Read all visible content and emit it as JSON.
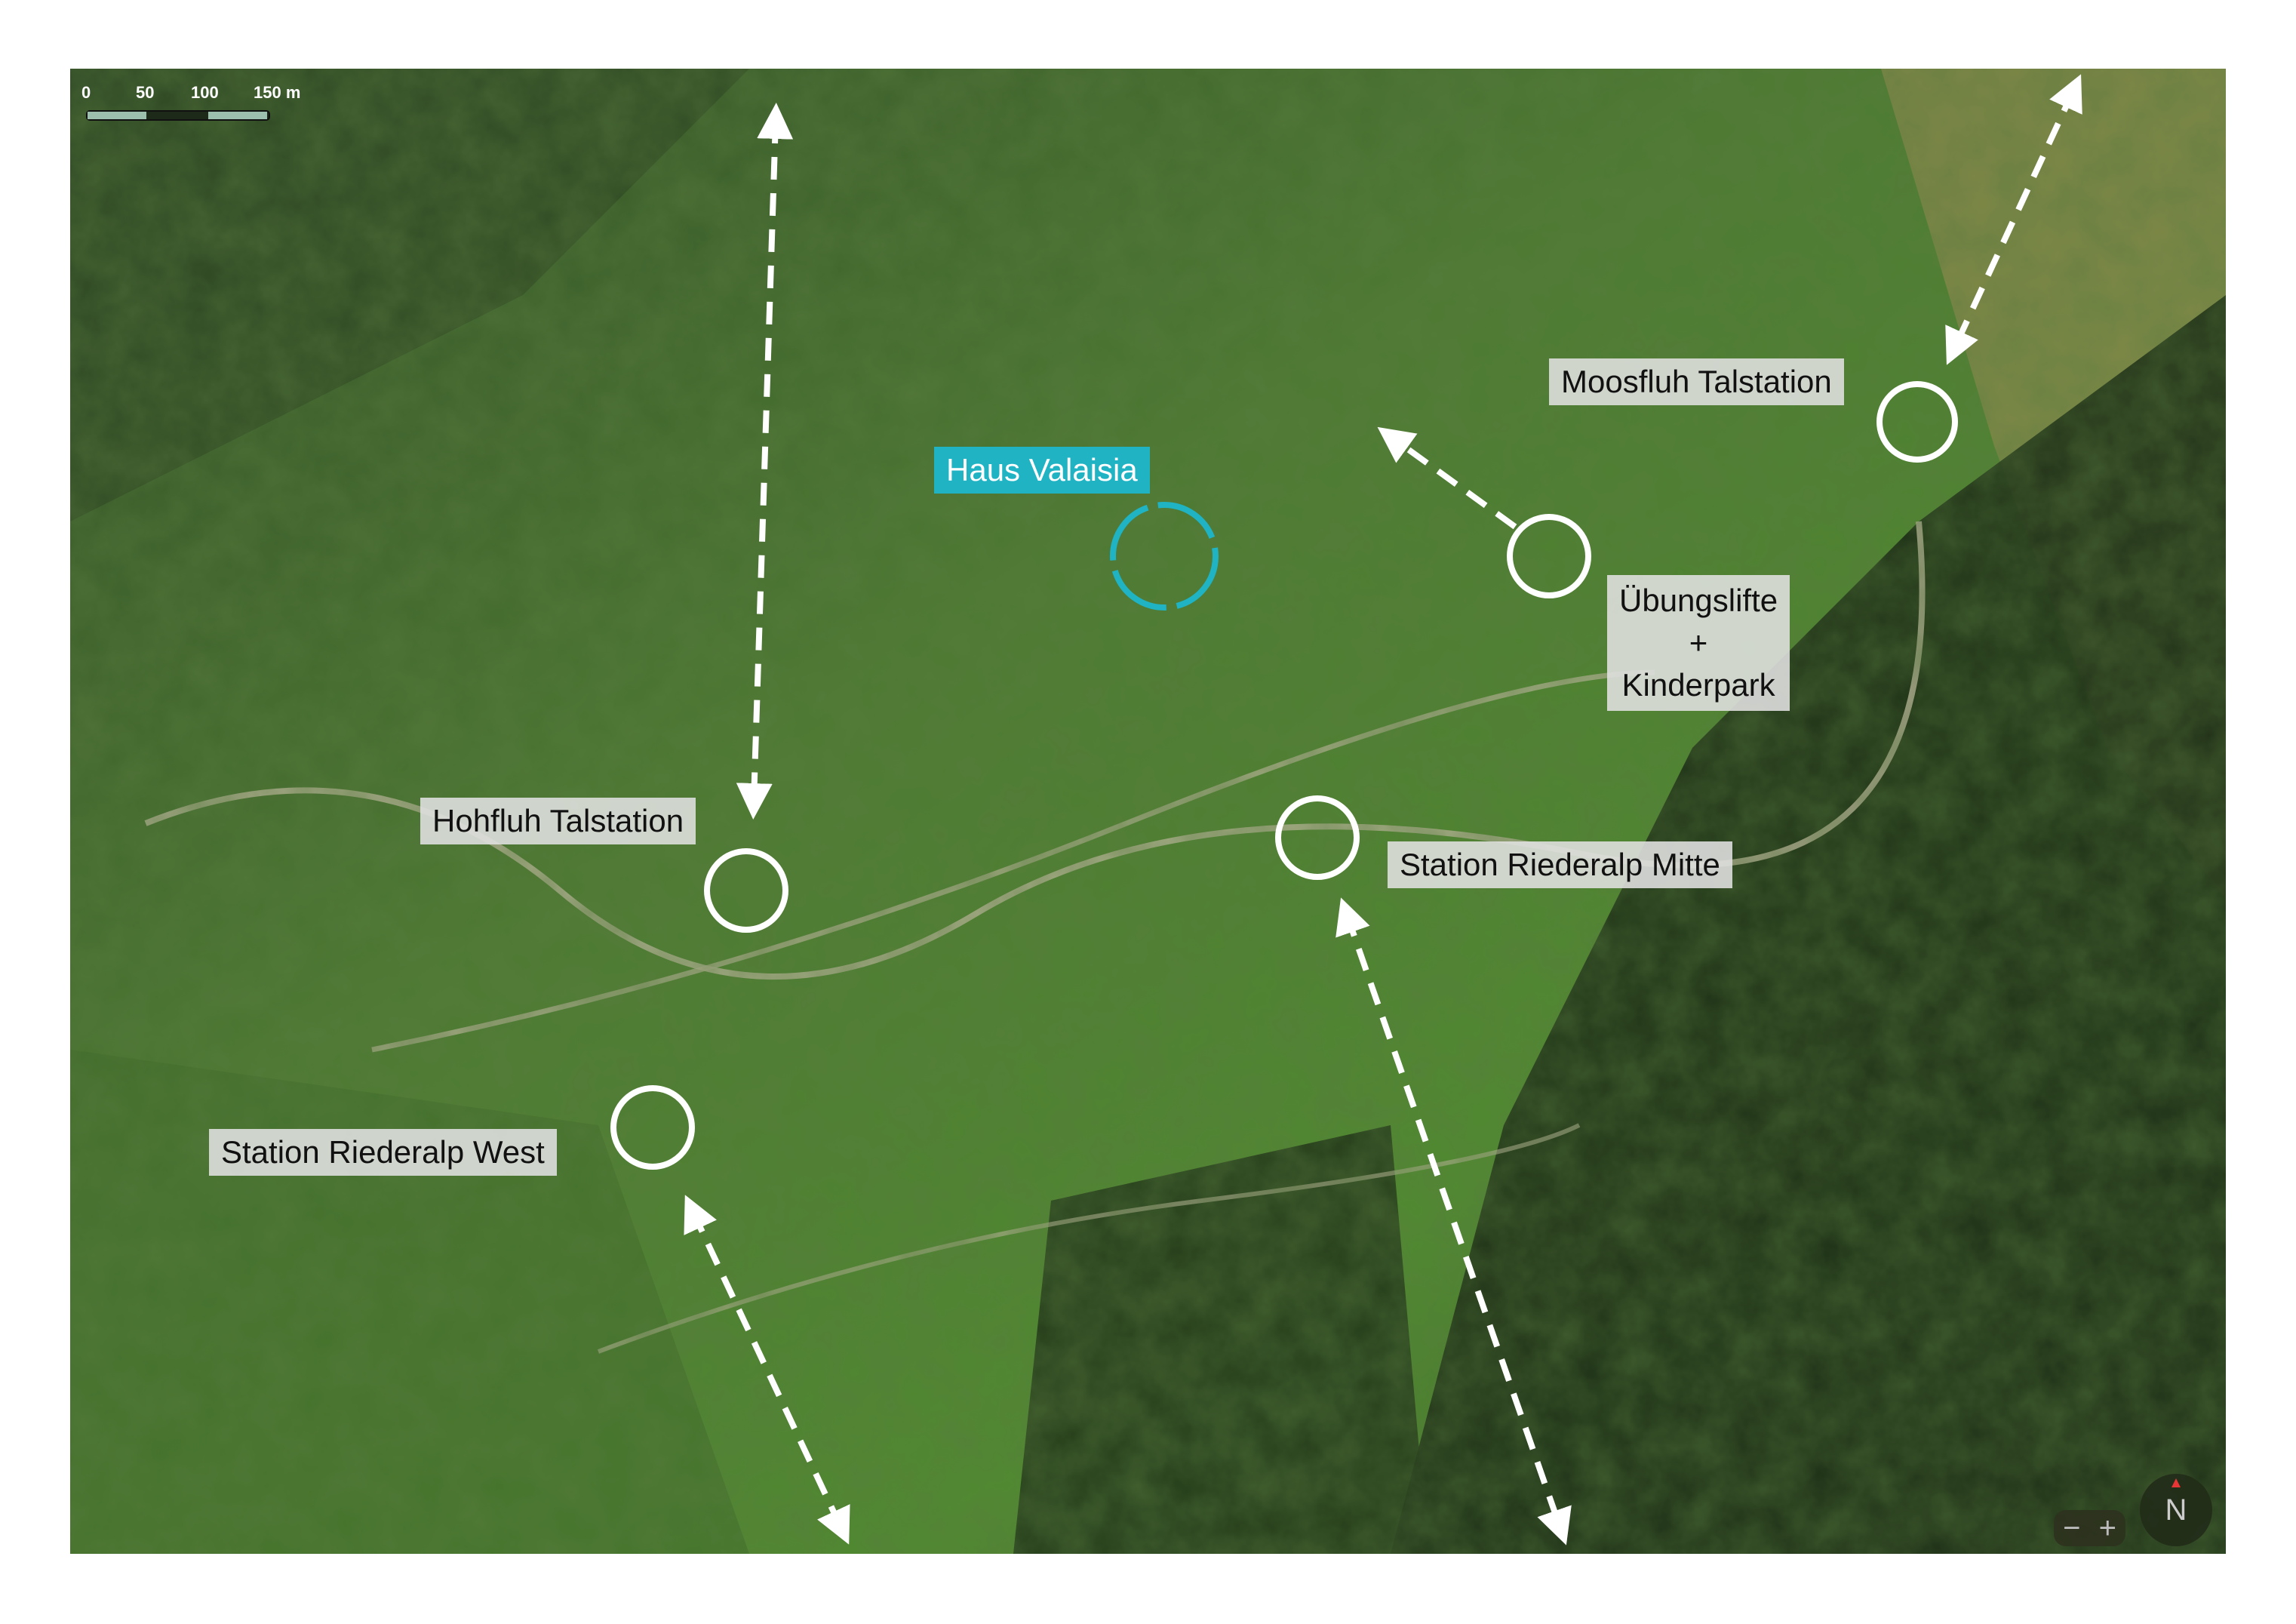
{
  "scale_bar": {
    "ticks": [
      "0",
      "50",
      "100",
      "150 m"
    ]
  },
  "labels": [
    {
      "id": "haus-valaisia",
      "text": "Haus Valaisia",
      "highlight": true
    },
    {
      "id": "moosfluh-talstation",
      "text": "Moosfluh Talstation"
    },
    {
      "id": "uebungslifte",
      "lines": [
        "Übungslifte",
        "+",
        "Kinderpark"
      ]
    },
    {
      "id": "hohfluh-talstation",
      "text": "Hohfluh Talstation"
    },
    {
      "id": "station-riederalp-mitte",
      "text": "Station Riederalp Mitte"
    },
    {
      "id": "station-riederalp-west",
      "text": "Station Riederalp West"
    }
  ],
  "controls": {
    "zoom_out": "−",
    "zoom_in": "+",
    "compass": "N"
  },
  "colors": {
    "accent": "#1fb3c4",
    "marker": "#ffffff",
    "compass_needle": "#e83535"
  }
}
